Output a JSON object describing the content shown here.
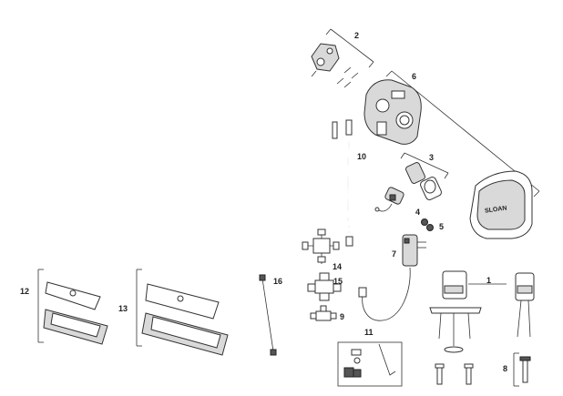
{
  "diagram": {
    "callouts": [
      {
        "id": "callout-1",
        "label": "1"
      },
      {
        "id": "callout-2",
        "label": "2"
      },
      {
        "id": "callout-3",
        "label": "3"
      },
      {
        "id": "callout-4",
        "label": "4"
      },
      {
        "id": "callout-5",
        "label": "5"
      },
      {
        "id": "callout-6",
        "label": "6"
      },
      {
        "id": "callout-7",
        "label": "7"
      },
      {
        "id": "callout-8",
        "label": "8"
      },
      {
        "id": "callout-9",
        "label": "9"
      },
      {
        "id": "callout-10",
        "label": "10"
      },
      {
        "id": "callout-11",
        "label": "11"
      },
      {
        "id": "callout-12",
        "label": "12"
      },
      {
        "id": "callout-13",
        "label": "13"
      },
      {
        "id": "callout-14",
        "label": "14"
      },
      {
        "id": "callout-15",
        "label": "15"
      },
      {
        "id": "callout-16",
        "label": "16"
      }
    ],
    "cover_logo_text": "SLOAN",
    "colors": {
      "line": "#333333",
      "fill_light": "#d9d9d9",
      "fill_dark": "#555555"
    }
  }
}
